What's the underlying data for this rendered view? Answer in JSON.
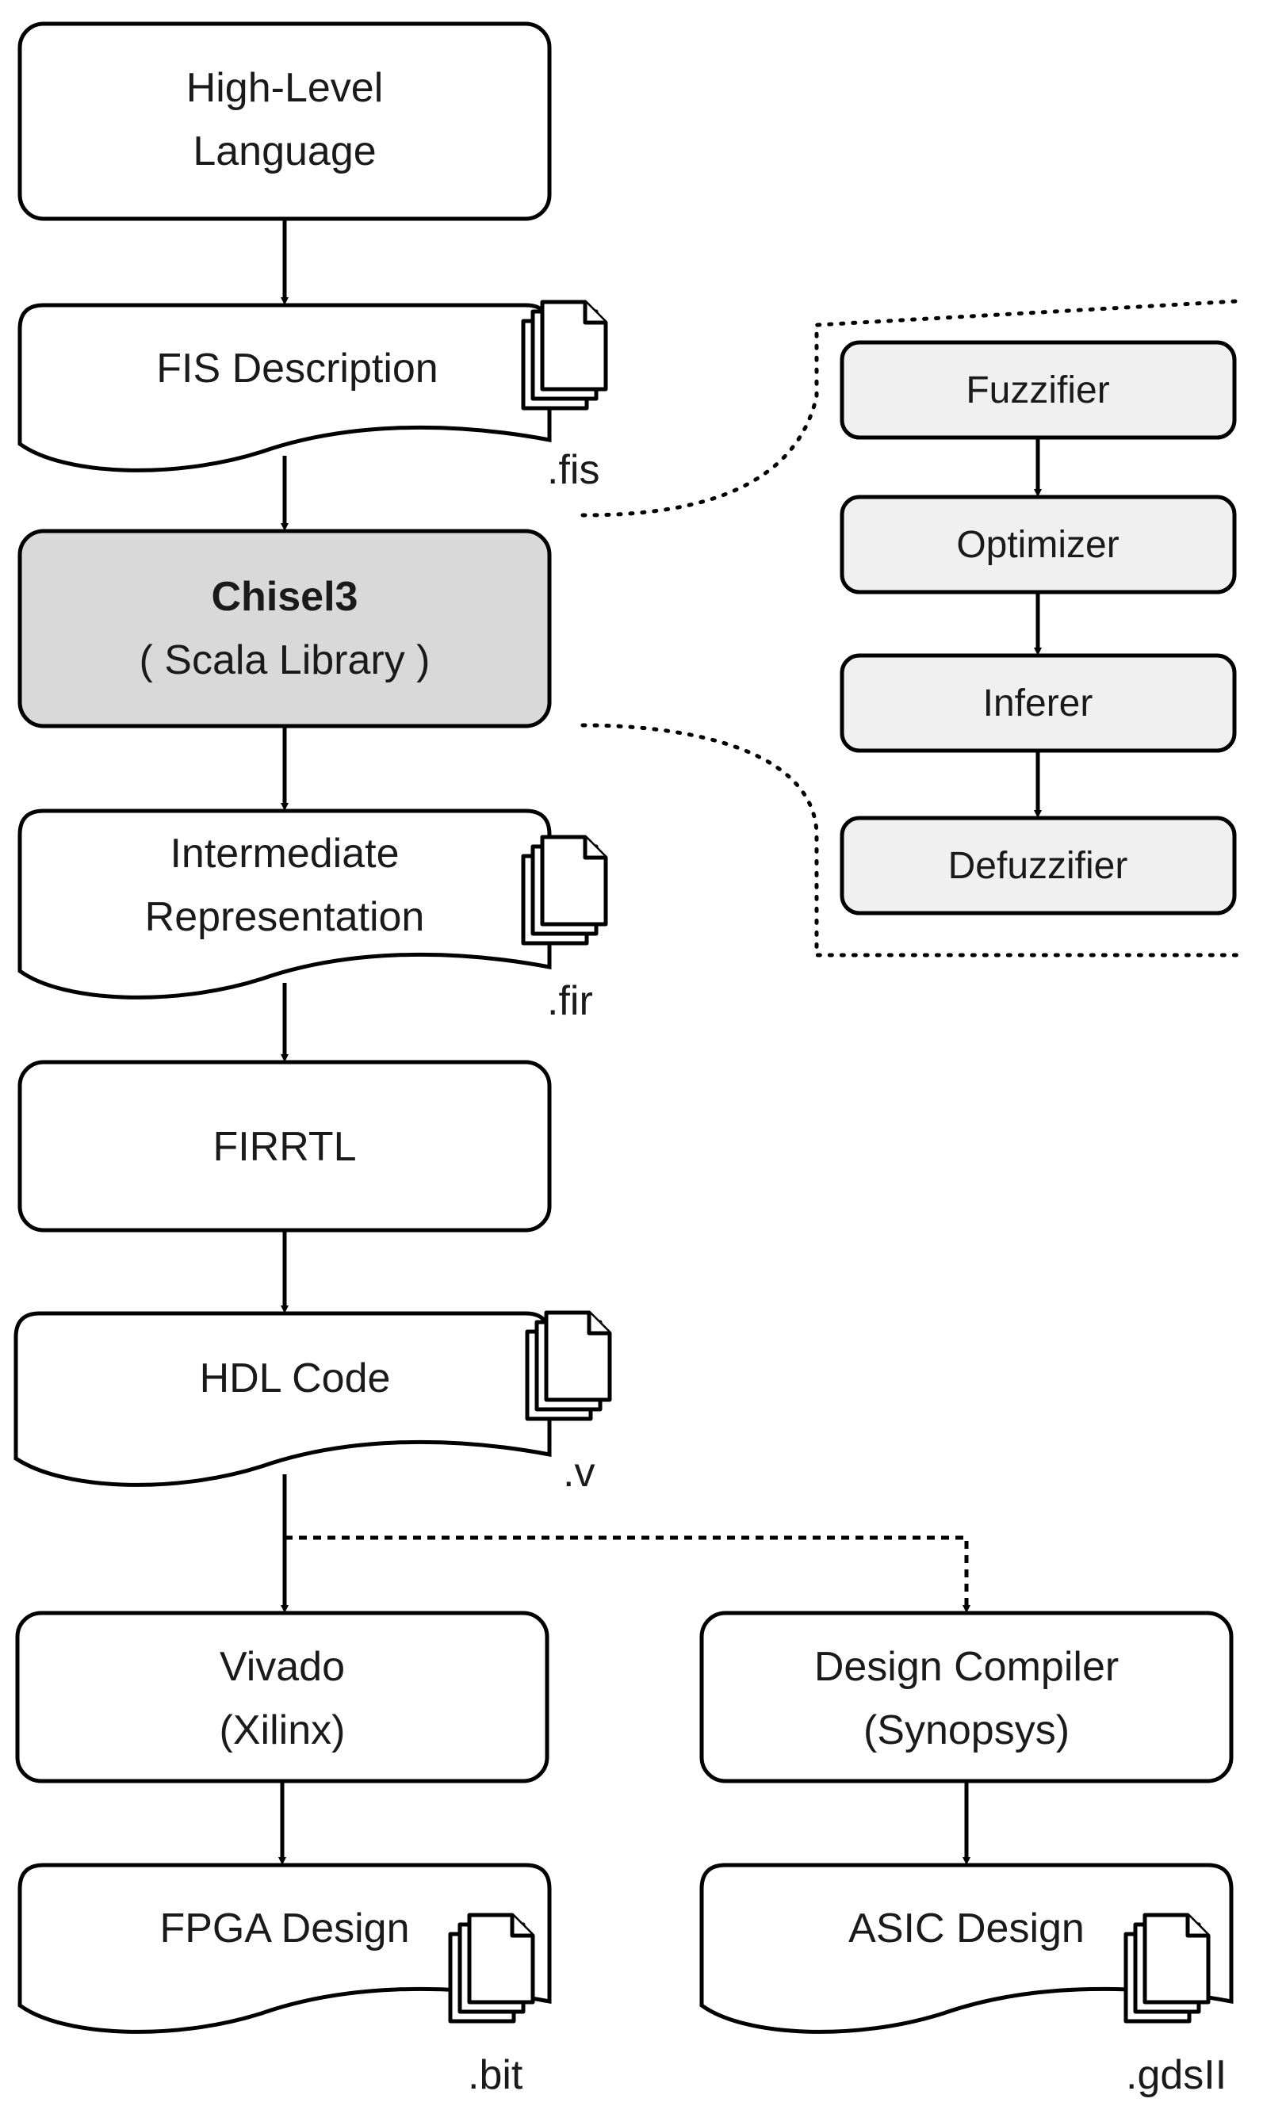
{
  "nodes": {
    "high_level": {
      "line1": "High-Level",
      "line2": "Language"
    },
    "fis_description": {
      "label": "FIS Description",
      "ext": ".fis"
    },
    "chisel3": {
      "line1": "Chisel3",
      "line2": "( Scala Library )"
    },
    "intermediate": {
      "line1": "Intermediate",
      "line2": "Representation",
      "ext": ".fir"
    },
    "firrtl": {
      "label": "FIRRTL"
    },
    "hdl_code": {
      "label": "HDL Code",
      "ext": ".v"
    },
    "vivado": {
      "line1": "Vivado",
      "line2": "(Xilinx)"
    },
    "design_compiler": {
      "line1": "Design Compiler",
      "line2": "(Synopsys)"
    },
    "fpga_design": {
      "label": "FPGA Design",
      "ext": ".bit"
    },
    "asic_design": {
      "label": "ASIC Design",
      "ext": ".gdsII"
    }
  },
  "chisel_stages": [
    {
      "label": "Fuzzifier"
    },
    {
      "label": "Optimizer"
    },
    {
      "label": "Inferer"
    },
    {
      "label": "Defuzzifier"
    }
  ],
  "colors": {
    "chisel_fill": "#d9d9d9",
    "stage_fill": "#f0f0f0",
    "stroke": "#000000"
  }
}
